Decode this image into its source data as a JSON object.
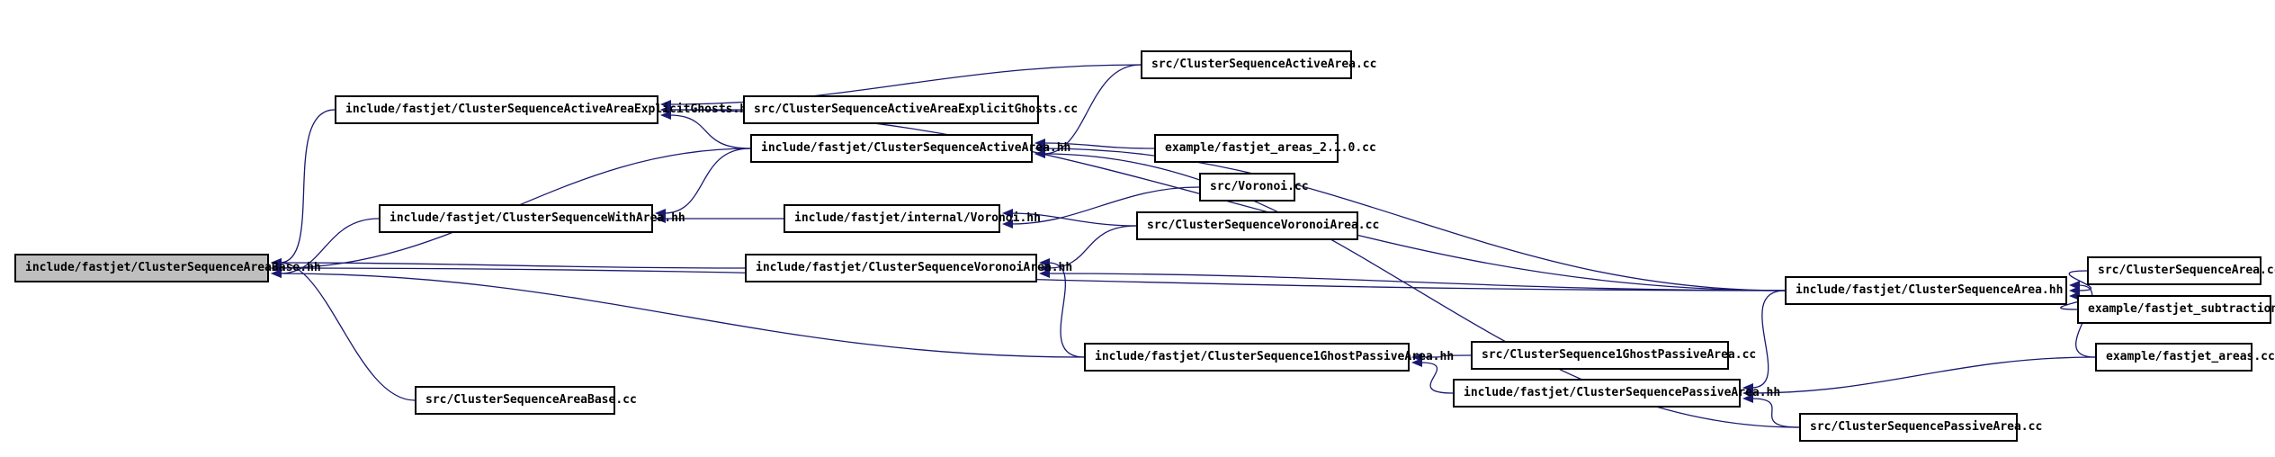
{
  "graph": {
    "type": "include-dependency-graph",
    "edge_color": "#191970",
    "root_fill": "#bfbfbf",
    "nodes": [
      {
        "id": "areabase_hh",
        "label": "include/fastjet/ClusterSequenceAreaBase.hh",
        "root": true
      },
      {
        "id": "explicit_hh",
        "label": "include/fastjet/ClusterSequenceActiveAreaExplicitGhosts.hh"
      },
      {
        "id": "explicit_cc",
        "label": "src/ClusterSequenceActiveAreaExplicitGhosts.cc"
      },
      {
        "id": "active_hh",
        "label": "include/fastjet/ClusterSequenceActiveArea.hh"
      },
      {
        "id": "active_cc",
        "label": "src/ClusterSequenceActiveArea.cc"
      },
      {
        "id": "areas210_cc",
        "label": "example/fastjet_areas_2.1.0.cc"
      },
      {
        "id": "witharea_hh",
        "label": "include/fastjet/ClusterSequenceWithArea.hh"
      },
      {
        "id": "voronoi_hh",
        "label": "include/fastjet/internal/Voronoi.hh"
      },
      {
        "id": "voronoi_cc",
        "label": "src/Voronoi.cc"
      },
      {
        "id": "voronoiarea_cc",
        "label": "src/ClusterSequenceVoronoiArea.cc"
      },
      {
        "id": "voronoiarea_hh",
        "label": "include/fastjet/ClusterSequenceVoronoiArea.hh"
      },
      {
        "id": "area_hh",
        "label": "include/fastjet/ClusterSequenceArea.hh"
      },
      {
        "id": "area_cc",
        "label": "src/ClusterSequenceArea.cc"
      },
      {
        "id": "subtraction_cc",
        "label": "example/fastjet_subtraction.cc"
      },
      {
        "id": "areas_cc",
        "label": "example/fastjet_areas.cc"
      },
      {
        "id": "ghostpassive_hh",
        "label": "include/fastjet/ClusterSequence1GhostPassiveArea.hh"
      },
      {
        "id": "ghostpassive_cc",
        "label": "src/ClusterSequence1GhostPassiveArea.cc"
      },
      {
        "id": "passive_hh",
        "label": "include/fastjet/ClusterSequencePassiveArea.hh"
      },
      {
        "id": "passive_cc",
        "label": "src/ClusterSequencePassiveArea.cc"
      },
      {
        "id": "areabase_cc",
        "label": "src/ClusterSequenceAreaBase.cc"
      }
    ],
    "edges": [
      [
        "explicit_hh",
        "areabase_hh"
      ],
      [
        "active_hh",
        "areabase_hh"
      ],
      [
        "witharea_hh",
        "areabase_hh"
      ],
      [
        "voronoiarea_hh",
        "areabase_hh"
      ],
      [
        "area_hh",
        "areabase_hh"
      ],
      [
        "ghostpassive_hh",
        "areabase_hh"
      ],
      [
        "areabase_cc",
        "areabase_hh"
      ],
      [
        "explicit_cc",
        "explicit_hh"
      ],
      [
        "active_hh",
        "explicit_hh"
      ],
      [
        "active_cc",
        "explicit_hh"
      ],
      [
        "area_hh",
        "explicit_hh"
      ],
      [
        "active_cc",
        "active_hh"
      ],
      [
        "areas210_cc",
        "active_hh"
      ],
      [
        "area_hh",
        "active_hh"
      ],
      [
        "passive_cc",
        "active_hh"
      ],
      [
        "active_hh",
        "witharea_hh"
      ],
      [
        "voronoi_hh",
        "witharea_hh"
      ],
      [
        "voronoi_cc",
        "voronoi_hh"
      ],
      [
        "voronoiarea_cc",
        "voronoi_hh"
      ],
      [
        "voronoiarea_cc",
        "voronoiarea_hh"
      ],
      [
        "area_hh",
        "voronoiarea_hh"
      ],
      [
        "ghostpassive_hh",
        "voronoiarea_hh"
      ],
      [
        "area_cc",
        "area_hh"
      ],
      [
        "subtraction_cc",
        "area_hh"
      ],
      [
        "areas_cc",
        "area_hh"
      ],
      [
        "ghostpassive_cc",
        "ghostpassive_hh"
      ],
      [
        "passive_hh",
        "ghostpassive_hh"
      ],
      [
        "area_hh",
        "passive_hh"
      ],
      [
        "areas_cc",
        "passive_hh"
      ],
      [
        "passive_cc",
        "passive_hh"
      ]
    ]
  }
}
